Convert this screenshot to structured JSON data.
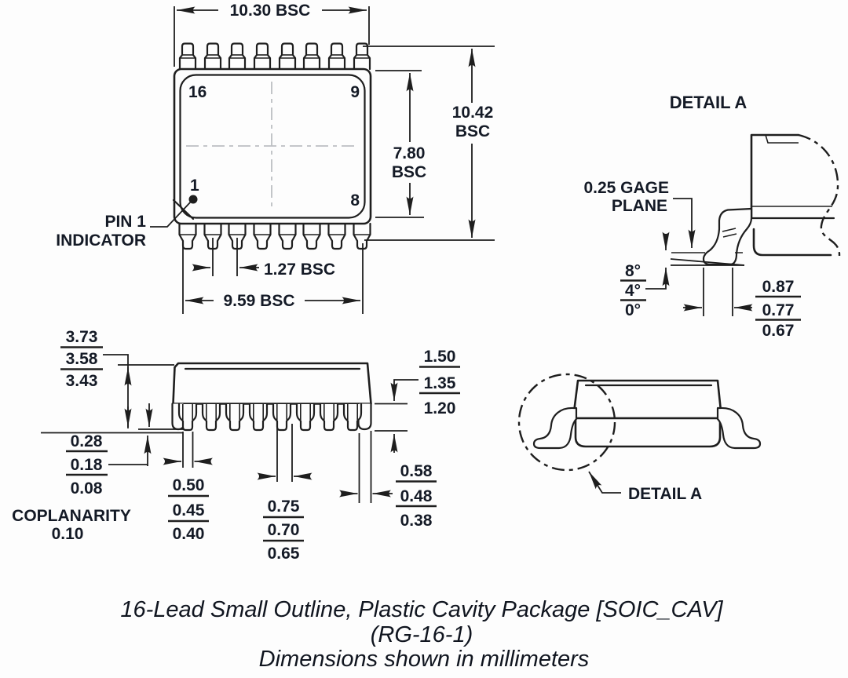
{
  "top_view": {
    "dims": {
      "width": "10.30 BSC",
      "height_value": "10.42",
      "height_unit": "BSC",
      "body_height_value": "7.80",
      "body_height_unit": "BSC",
      "pitch": "1.27 BSC",
      "lead_span": "9.59 BSC"
    },
    "pins": {
      "top_left": "16",
      "top_right": "9",
      "bottom_left": "1",
      "bottom_right": "8"
    },
    "pin1_indicator": {
      "line1": "PIN 1",
      "line2": "INDICATOR"
    }
  },
  "detail_a_view": {
    "title": "DETAIL A",
    "gage": {
      "line1": "0.25 GAGE",
      "line2": "PLANE"
    },
    "angle_stack": [
      "8°",
      "4°",
      "0°"
    ],
    "foot_stack": [
      "0.87",
      "0.77",
      "0.67"
    ]
  },
  "side_view": {
    "height_stack": [
      "3.73",
      "3.58",
      "3.43"
    ],
    "standoff_stack": [
      "0.28",
      "0.18",
      "0.08"
    ],
    "coplanarity_label": "COPLANARITY",
    "coplanarity_value": "0.10",
    "tip_width_stack": [
      "0.50",
      "0.45",
      "0.40"
    ],
    "inner_width_stack": [
      "0.75",
      "0.70",
      "0.65"
    ],
    "cap_height_stack": [
      "1.50",
      "1.35",
      "1.20"
    ],
    "end_width_stack": [
      "0.58",
      "0.48",
      "0.38"
    ]
  },
  "end_view": {
    "detail_label": "DETAIL A"
  },
  "caption": {
    "line1": "16-Lead Small Outline, Plastic Cavity Package [SOIC_CAV]",
    "line2": "(RG-16-1)",
    "line3": "Dimensions shown in millimeters"
  },
  "colors": {
    "line": "#1e1e1e",
    "text": "#141a26",
    "centerline": "#bcbfc2",
    "background": "#fdfdfd"
  }
}
